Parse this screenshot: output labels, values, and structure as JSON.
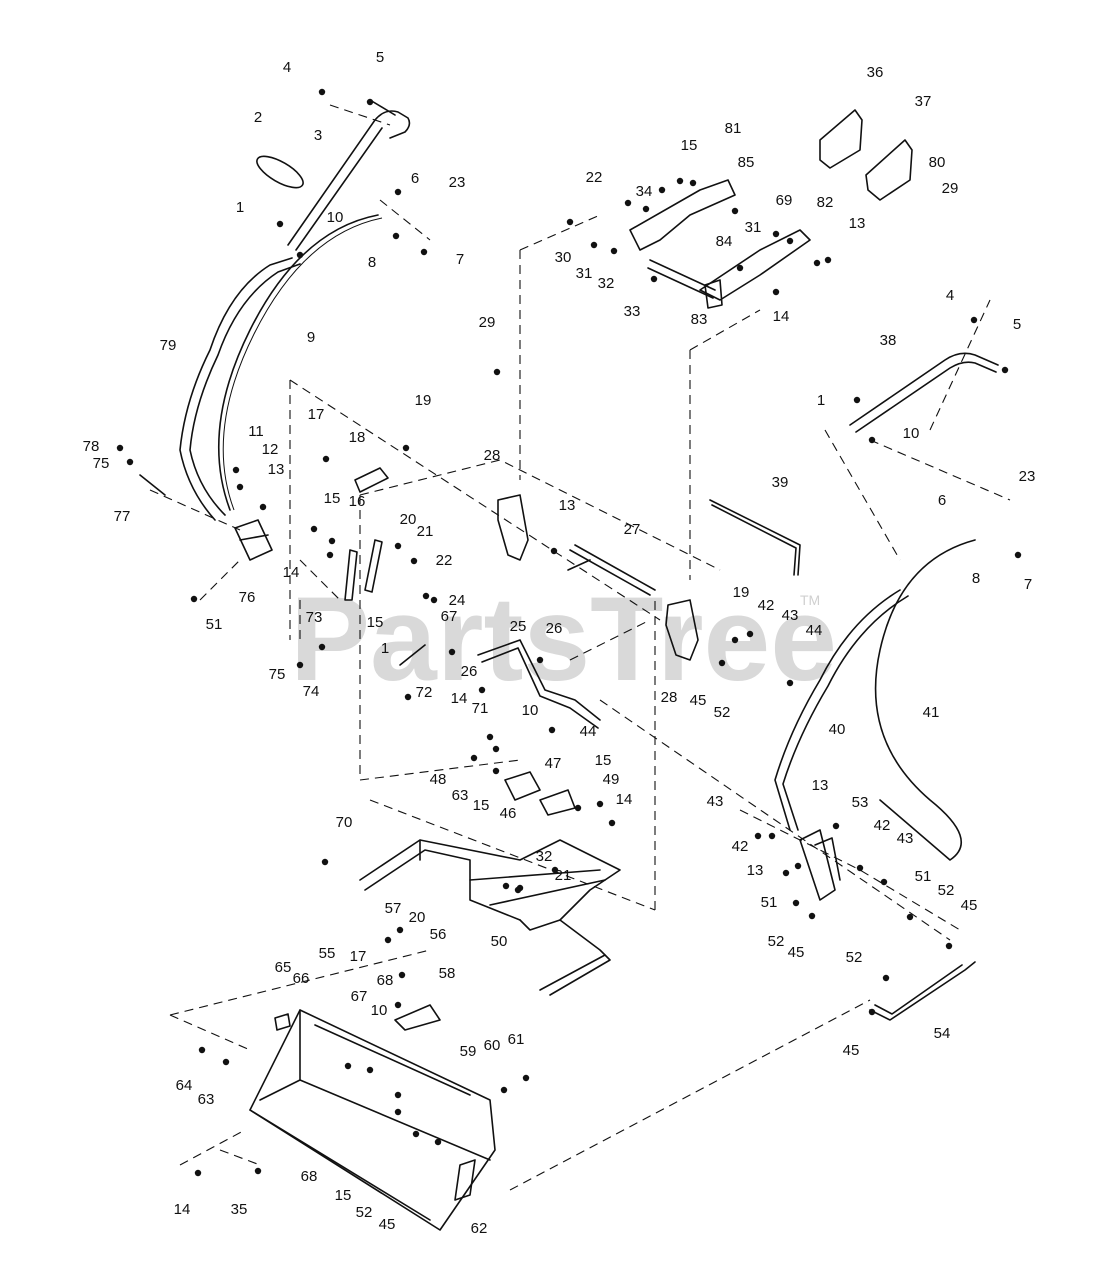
{
  "watermark": {
    "text": "PartsTree",
    "trademark": "TM"
  },
  "callouts": [
    {
      "id": "c4a",
      "n": "4"
    },
    {
      "id": "c5a",
      "n": "5"
    },
    {
      "id": "c2",
      "n": "2"
    },
    {
      "id": "c3",
      "n": "3"
    },
    {
      "id": "c6a",
      "n": "6"
    },
    {
      "id": "c23a",
      "n": "23"
    },
    {
      "id": "c1a",
      "n": "1"
    },
    {
      "id": "c10a",
      "n": "10"
    },
    {
      "id": "c8a",
      "n": "8"
    },
    {
      "id": "c7a",
      "n": "7"
    },
    {
      "id": "c9",
      "n": "9"
    },
    {
      "id": "c79",
      "n": "79"
    },
    {
      "id": "c78",
      "n": "78"
    },
    {
      "id": "c75a",
      "n": "75"
    },
    {
      "id": "c77",
      "n": "77"
    },
    {
      "id": "c11",
      "n": "11"
    },
    {
      "id": "c12",
      "n": "12"
    },
    {
      "id": "c13a",
      "n": "13"
    },
    {
      "id": "c14a",
      "n": "14"
    },
    {
      "id": "c76",
      "n": "76"
    },
    {
      "id": "c51a",
      "n": "51"
    },
    {
      "id": "c17a",
      "n": "17"
    },
    {
      "id": "c18",
      "n": "18"
    },
    {
      "id": "c19a",
      "n": "19"
    },
    {
      "id": "c15a",
      "n": "15"
    },
    {
      "id": "c16",
      "n": "16"
    },
    {
      "id": "c20a",
      "n": "20"
    },
    {
      "id": "c21a",
      "n": "21"
    },
    {
      "id": "c22a",
      "n": "22"
    },
    {
      "id": "c73",
      "n": "73"
    },
    {
      "id": "c15b",
      "n": "15"
    },
    {
      "id": "c1b",
      "n": "1"
    },
    {
      "id": "c24",
      "n": "24"
    },
    {
      "id": "c67a",
      "n": "67"
    },
    {
      "id": "c75b",
      "n": "75"
    },
    {
      "id": "c74",
      "n": "74"
    },
    {
      "id": "c72",
      "n": "72"
    },
    {
      "id": "c29a",
      "n": "29"
    },
    {
      "id": "c28a",
      "n": "28"
    },
    {
      "id": "c13b",
      "n": "13"
    },
    {
      "id": "c27",
      "n": "27"
    },
    {
      "id": "c25",
      "n": "25"
    },
    {
      "id": "c26a",
      "n": "26"
    },
    {
      "id": "c26b",
      "n": "26"
    },
    {
      "id": "c10b",
      "n": "10"
    },
    {
      "id": "c44a",
      "n": "44"
    },
    {
      "id": "c14b",
      "n": "14"
    },
    {
      "id": "c71",
      "n": "71"
    },
    {
      "id": "c48",
      "n": "48"
    },
    {
      "id": "c63a",
      "n": "63"
    },
    {
      "id": "c15c",
      "n": "15"
    },
    {
      "id": "c46",
      "n": "46"
    },
    {
      "id": "c47",
      "n": "47"
    },
    {
      "id": "c15d",
      "n": "15"
    },
    {
      "id": "c49",
      "n": "49"
    },
    {
      "id": "c14c",
      "n": "14"
    },
    {
      "id": "c28b",
      "n": "28"
    },
    {
      "id": "c19b",
      "n": "19"
    },
    {
      "id": "c42a",
      "n": "42"
    },
    {
      "id": "c43a",
      "n": "43"
    },
    {
      "id": "c44b",
      "n": "44"
    },
    {
      "id": "c45a",
      "n": "45"
    },
    {
      "id": "c52a",
      "n": "52"
    },
    {
      "id": "c39",
      "n": "39"
    },
    {
      "id": "c22b",
      "n": "22"
    },
    {
      "id": "c34",
      "n": "34"
    },
    {
      "id": "c15e",
      "n": "15"
    },
    {
      "id": "c81",
      "n": "81"
    },
    {
      "id": "c85",
      "n": "85"
    },
    {
      "id": "c30",
      "n": "30"
    },
    {
      "id": "c31a",
      "n": "31"
    },
    {
      "id": "c32a",
      "n": "32"
    },
    {
      "id": "c33",
      "n": "33"
    },
    {
      "id": "c83",
      "n": "83"
    },
    {
      "id": "c69",
      "n": "69"
    },
    {
      "id": "c82",
      "n": "82"
    },
    {
      "id": "c13c",
      "n": "13"
    },
    {
      "id": "c31b",
      "n": "31"
    },
    {
      "id": "c84",
      "n": "84"
    },
    {
      "id": "c14d",
      "n": "14"
    },
    {
      "id": "c36",
      "n": "36"
    },
    {
      "id": "c37",
      "n": "37"
    },
    {
      "id": "c80",
      "n": "80"
    },
    {
      "id": "c29b",
      "n": "29"
    },
    {
      "id": "c4b",
      "n": "4"
    },
    {
      "id": "c5b",
      "n": "5"
    },
    {
      "id": "c38",
      "n": "38"
    },
    {
      "id": "c1c",
      "n": "1"
    },
    {
      "id": "c10c",
      "n": "10"
    },
    {
      "id": "c6b",
      "n": "6"
    },
    {
      "id": "c23b",
      "n": "23"
    },
    {
      "id": "c8b",
      "n": "8"
    },
    {
      "id": "c7b",
      "n": "7"
    },
    {
      "id": "c40",
      "n": "40"
    },
    {
      "id": "c41",
      "n": "41"
    },
    {
      "id": "c43b",
      "n": "43"
    },
    {
      "id": "c42b",
      "n": "42"
    },
    {
      "id": "c13d",
      "n": "13"
    },
    {
      "id": "c53",
      "n": "53"
    },
    {
      "id": "c13e",
      "n": "13"
    },
    {
      "id": "c42c",
      "n": "42"
    },
    {
      "id": "c43c",
      "n": "43"
    },
    {
      "id": "c51b",
      "n": "51"
    },
    {
      "id": "c51c",
      "n": "51"
    },
    {
      "id": "c52b",
      "n": "52"
    },
    {
      "id": "c45b",
      "n": "45"
    },
    {
      "id": "c52c",
      "n": "52"
    },
    {
      "id": "c45c",
      "n": "45"
    },
    {
      "id": "c52d",
      "n": "52"
    },
    {
      "id": "c45d",
      "n": "45"
    },
    {
      "id": "c54",
      "n": "54"
    },
    {
      "id": "c70",
      "n": "70"
    },
    {
      "id": "c32b",
      "n": "32"
    },
    {
      "id": "c21b",
      "n": "21"
    },
    {
      "id": "c50",
      "n": "50"
    },
    {
      "id": "c57",
      "n": "57"
    },
    {
      "id": "c20b",
      "n": "20"
    },
    {
      "id": "c55",
      "n": "55"
    },
    {
      "id": "c56",
      "n": "56"
    },
    {
      "id": "c65",
      "n": "65"
    },
    {
      "id": "c66",
      "n": "66"
    },
    {
      "id": "c17b",
      "n": "17"
    },
    {
      "id": "c58",
      "n": "58"
    },
    {
      "id": "c68a",
      "n": "68"
    },
    {
      "id": "c67b",
      "n": "67"
    },
    {
      "id": "c10d",
      "n": "10"
    },
    {
      "id": "c64",
      "n": "64"
    },
    {
      "id": "c63b",
      "n": "63"
    },
    {
      "id": "c59",
      "n": "59"
    },
    {
      "id": "c60",
      "n": "60"
    },
    {
      "id": "c61",
      "n": "61"
    },
    {
      "id": "c68b",
      "n": "68"
    },
    {
      "id": "c15f",
      "n": "15"
    },
    {
      "id": "c52e",
      "n": "52"
    },
    {
      "id": "c45e",
      "n": "45"
    },
    {
      "id": "c14e",
      "n": "14"
    },
    {
      "id": "c35",
      "n": "35"
    },
    {
      "id": "c62",
      "n": "62"
    }
  ]
}
